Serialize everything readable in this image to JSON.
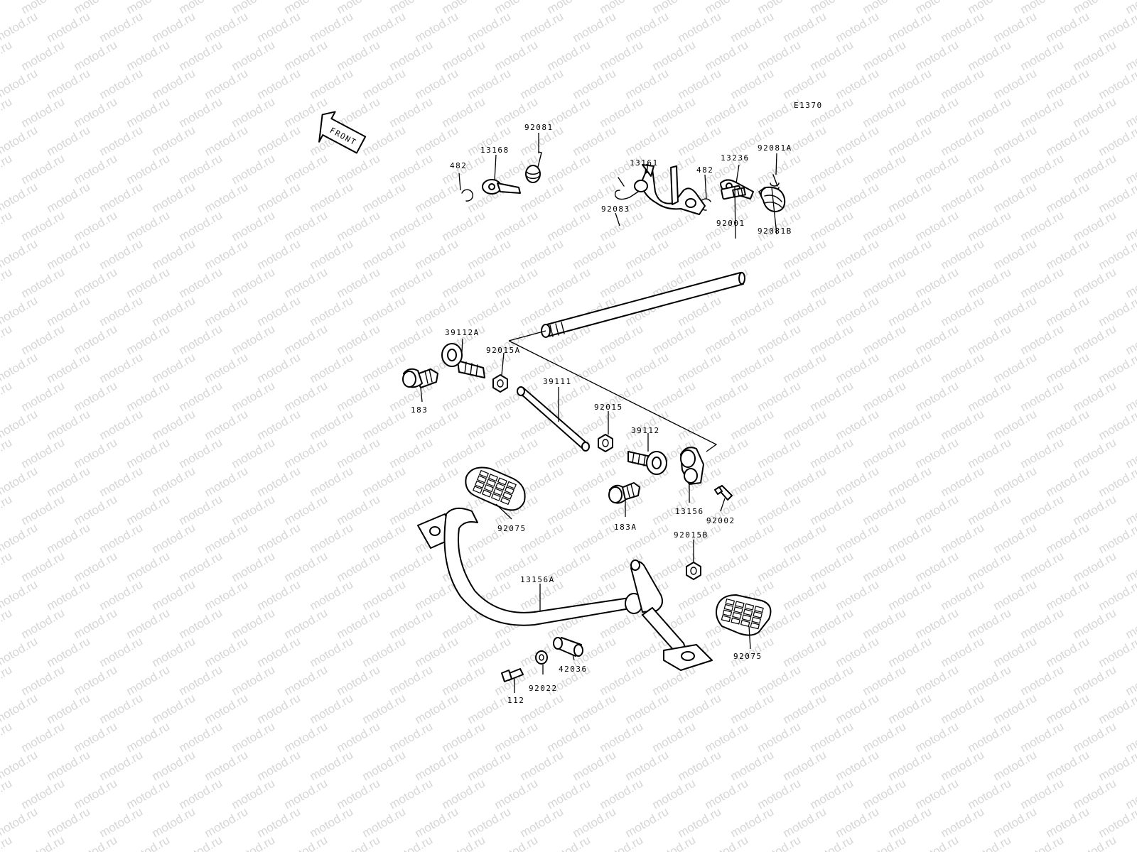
{
  "diagram_code": "E1370",
  "front_arrow_label": "FRONT",
  "watermark_text": "motod.ru",
  "colors": {
    "ink": "#000000",
    "watermark": "#d6d6d6",
    "background": "#ffffff"
  },
  "labels": {
    "p482_left": "482",
    "p13168": "13168",
    "p92081": "92081",
    "p13161": "13161",
    "p482_right": "482",
    "p13236": "13236",
    "p92081A": "92081A",
    "p92083": "92083",
    "p92001": "92001",
    "p92081B": "92081B",
    "p39112A": "39112A",
    "p92015A": "92015A",
    "p183": "183",
    "p39111": "39111",
    "p92015": "92015",
    "p39112": "39112",
    "p92075_left": "92075",
    "p183A": "183A",
    "p13156": "13156",
    "p92002": "92002",
    "p92015B": "92015B",
    "p13156A": "13156A",
    "p92075_right": "92075",
    "p42036": "42036",
    "p92022": "92022",
    "p112": "112"
  }
}
